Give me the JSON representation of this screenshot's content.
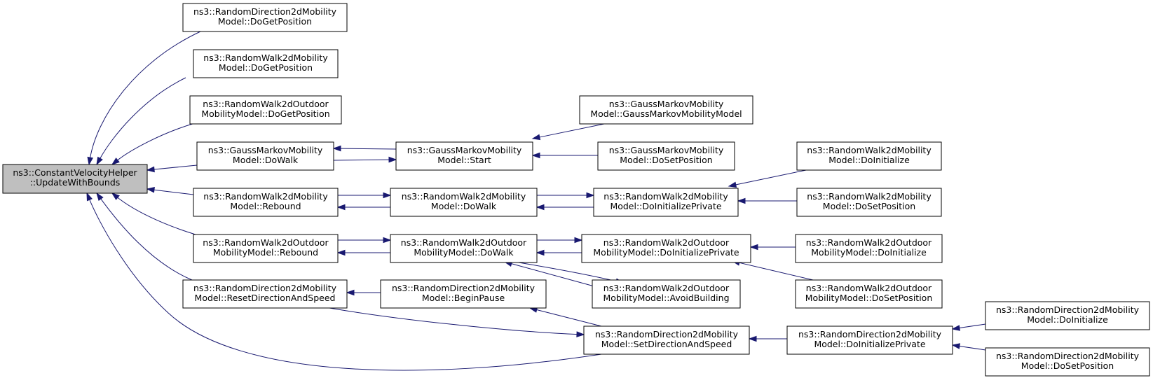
{
  "colors": {
    "edge": "#191970",
    "root_fill": "#bfbfbf",
    "node_fill": "#ffffff",
    "border": "#000000"
  },
  "nodes": [
    {
      "id": "root",
      "lines": [
        "ns3::ConstantVelocityHelper",
        "::UpdateWithBounds"
      ]
    },
    {
      "id": "rd_getpos",
      "lines": [
        "ns3::RandomDirection2dMobility",
        "Model::DoGetPosition"
      ]
    },
    {
      "id": "rw_getpos",
      "lines": [
        "ns3::RandomWalk2dMobility",
        "Model::DoGetPosition"
      ]
    },
    {
      "id": "rwo_getpos",
      "lines": [
        "ns3::RandomWalk2dOutdoor",
        "MobilityModel::DoGetPosition"
      ]
    },
    {
      "id": "gm_dowalk",
      "lines": [
        "ns3::GaussMarkovMobility",
        "Model::DoWalk"
      ]
    },
    {
      "id": "rw_rebound",
      "lines": [
        "ns3::RandomWalk2dMobility",
        "Model::Rebound"
      ]
    },
    {
      "id": "rwo_rebound",
      "lines": [
        "ns3::RandomWalk2dOutdoor",
        "MobilityModel::Rebound"
      ]
    },
    {
      "id": "rd_reset",
      "lines": [
        "ns3::RandomDirection2dMobility",
        "Model::ResetDirectionAndSpeed"
      ]
    },
    {
      "id": "gm_start",
      "lines": [
        "ns3::GaussMarkovMobility",
        "Model::Start"
      ]
    },
    {
      "id": "rw_dowalk",
      "lines": [
        "ns3::RandomWalk2dMobility",
        "Model::DoWalk"
      ]
    },
    {
      "id": "rwo_dowalk",
      "lines": [
        "ns3::RandomWalk2dOutdoor",
        "MobilityModel::DoWalk"
      ]
    },
    {
      "id": "rd_beginpause",
      "lines": [
        "ns3::RandomDirection2dMobility",
        "Model::BeginPause"
      ]
    },
    {
      "id": "gm_ctor",
      "lines": [
        "ns3::GaussMarkovMobility",
        "Model::GaussMarkovMobilityModel"
      ]
    },
    {
      "id": "gm_setpos",
      "lines": [
        "ns3::GaussMarkovMobility",
        "Model::DoSetPosition"
      ]
    },
    {
      "id": "rw_initpriv",
      "lines": [
        "ns3::RandomWalk2dMobility",
        "Model::DoInitializePrivate"
      ]
    },
    {
      "id": "rwo_initpriv",
      "lines": [
        "ns3::RandomWalk2dOutdoor",
        "MobilityModel::DoInitializePrivate"
      ]
    },
    {
      "id": "rwo_avoid",
      "lines": [
        "ns3::RandomWalk2dOutdoor",
        "MobilityModel::AvoidBuilding"
      ]
    },
    {
      "id": "rd_setdir",
      "lines": [
        "ns3::RandomDirection2dMobility",
        "Model::SetDirectionAndSpeed"
      ]
    },
    {
      "id": "rw_init",
      "lines": [
        "ns3::RandomWalk2dMobility",
        "Model::DoInitialize"
      ]
    },
    {
      "id": "rw_setpos",
      "lines": [
        "ns3::RandomWalk2dMobility",
        "Model::DoSetPosition"
      ]
    },
    {
      "id": "rwo_init",
      "lines": [
        "ns3::RandomWalk2dOutdoor",
        "MobilityModel::DoInitialize"
      ]
    },
    {
      "id": "rwo_setpos",
      "lines": [
        "ns3::RandomWalk2dOutdoor",
        "MobilityModel::DoSetPosition"
      ]
    },
    {
      "id": "rd_initpriv",
      "lines": [
        "ns3::RandomDirection2dMobility",
        "Model::DoInitializePrivate"
      ]
    },
    {
      "id": "rd_init",
      "lines": [
        "ns3::RandomDirection2dMobility",
        "Model::DoInitialize"
      ]
    },
    {
      "id": "rd_setpos",
      "lines": [
        "ns3::RandomDirection2dMobility",
        "Model::DoSetPosition"
      ]
    }
  ],
  "edges": [
    {
      "from": "rd_getpos",
      "to": "root"
    },
    {
      "from": "rw_getpos",
      "to": "root"
    },
    {
      "from": "rwo_getpos",
      "to": "root"
    },
    {
      "from": "gm_dowalk",
      "to": "root"
    },
    {
      "from": "rw_rebound",
      "to": "root"
    },
    {
      "from": "rwo_rebound",
      "to": "root"
    },
    {
      "from": "rd_reset",
      "to": "root"
    },
    {
      "from": "rd_setdir",
      "to": "root"
    },
    {
      "from": "gm_start",
      "to": "gm_dowalk"
    },
    {
      "from": "gm_dowalk",
      "to": "gm_start"
    },
    {
      "from": "gm_ctor",
      "to": "gm_start"
    },
    {
      "from": "gm_setpos",
      "to": "gm_start"
    },
    {
      "from": "rw_dowalk",
      "to": "rw_rebound"
    },
    {
      "from": "rw_rebound",
      "to": "rw_dowalk"
    },
    {
      "from": "rw_initpriv",
      "to": "rw_dowalk"
    },
    {
      "from": "rw_dowalk",
      "to": "rw_initpriv"
    },
    {
      "from": "rw_init",
      "to": "rw_initpriv"
    },
    {
      "from": "rw_setpos",
      "to": "rw_initpriv"
    },
    {
      "from": "rwo_dowalk",
      "to": "rwo_rebound"
    },
    {
      "from": "rwo_rebound",
      "to": "rwo_dowalk"
    },
    {
      "from": "rwo_initpriv",
      "to": "rwo_dowalk"
    },
    {
      "from": "rwo_dowalk",
      "to": "rwo_initpriv"
    },
    {
      "from": "rwo_avoid",
      "to": "rwo_dowalk"
    },
    {
      "from": "rwo_dowalk",
      "to": "rwo_avoid"
    },
    {
      "from": "rwo_init",
      "to": "rwo_initpriv"
    },
    {
      "from": "rwo_setpos",
      "to": "rwo_initpriv"
    },
    {
      "from": "rd_beginpause",
      "to": "rd_reset"
    },
    {
      "from": "rd_reset",
      "to": "rd_setdir"
    },
    {
      "from": "rd_setdir",
      "to": "rd_beginpause"
    },
    {
      "from": "rd_initpriv",
      "to": "rd_setdir"
    },
    {
      "from": "rd_init",
      "to": "rd_initpriv"
    },
    {
      "from": "rd_setpos",
      "to": "rd_initpriv"
    }
  ]
}
